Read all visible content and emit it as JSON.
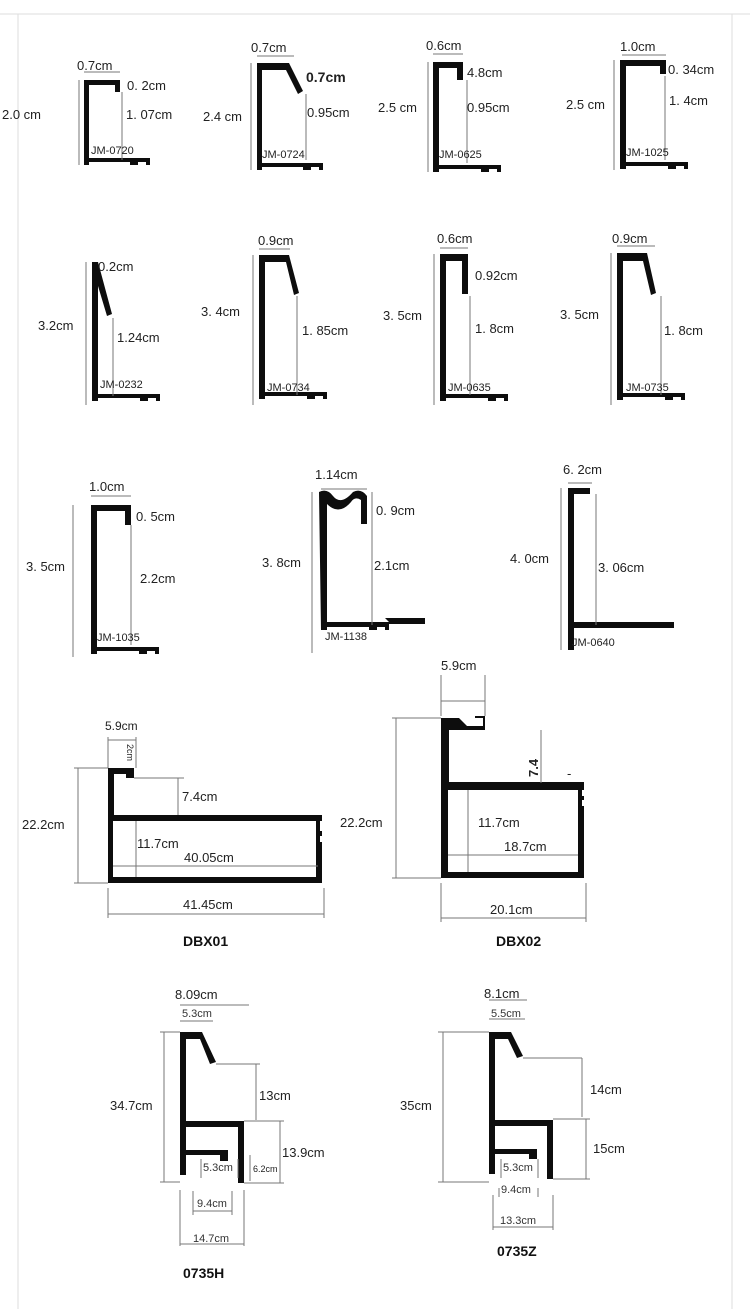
{
  "profiles": [
    {
      "code": "JM-0720",
      "width": "0.7cm",
      "height": "2.0 cm",
      "lip": "0. 2cm",
      "inner": "1. 07cm"
    },
    {
      "code": "JM-0724",
      "width": "0.7cm",
      "height": "2.4 cm",
      "lip": "0.7cm",
      "inner": "0.95cm"
    },
    {
      "code": "JM-0625",
      "width": "0.6cm",
      "height": "2.5 cm",
      "lip": "4.8cm",
      "inner": "0.95cm"
    },
    {
      "code": "JM-1025",
      "width": "1.0cm",
      "height": "2.5 cm",
      "lip": "0. 34cm",
      "inner": "1. 4cm"
    },
    {
      "code": "JM-0232",
      "width": "0.2cm",
      "height": "3.2cm",
      "inner": "1.24cm"
    },
    {
      "code": "JM-0734",
      "width": "0.9cm",
      "height": "3. 4cm",
      "inner": "1. 85cm"
    },
    {
      "code": "JM-0635",
      "width": "0.6cm",
      "height": "3. 5cm",
      "lip": "0.92cm",
      "inner": "1. 8cm"
    },
    {
      "code": "JM-0735",
      "width": "0.9cm",
      "height": "3. 5cm",
      "inner": "1. 8cm"
    },
    {
      "code": "JM-1035",
      "width": "1.0cm",
      "height": "3. 5cm",
      "lip": "0. 5cm",
      "inner": "2.2cm"
    },
    {
      "code": "JM-1138",
      "width": "1.14cm",
      "height": "3. 8cm",
      "lip": "0. 9cm",
      "inner": "2.1cm"
    },
    {
      "code": "JM-0640",
      "width": "6. 2cm",
      "height": "4. 0cm",
      "inner": "3. 06cm"
    }
  ],
  "boxes": [
    {
      "name": "DBX01",
      "top_width": "5.9cm",
      "top_lip": "2cm",
      "height": "22.2cm",
      "step": "7.4cm",
      "inner": "11.7cm",
      "inner_width": "40.05cm",
      "total_width": "41.45cm"
    },
    {
      "name": "DBX02",
      "top_width": "5.9cm",
      "step": "7.4",
      "height": "22.2cm",
      "inner": "11.7cm",
      "inner_width": "18.7cm",
      "total_width": "20.1cm",
      "mark": "-"
    },
    {
      "name": "0735H",
      "top_width": "8.09cm",
      "lip_width": "5.3cm",
      "height": "34.7cm",
      "step": "13cm",
      "box_height": "13.9cm",
      "small_height": "6.2cm",
      "slot": "5.3cm",
      "slot2": "9.4cm",
      "total_width": "14.7cm"
    },
    {
      "name": "0735Z",
      "top_width": "8.1cm",
      "lip_width": "5.5cm",
      "height": "35cm",
      "step": "14cm",
      "box_height": "15cm",
      "slot": "5.3cm",
      "slot2": "9.4cm",
      "total_width": "13.3cm"
    }
  ]
}
